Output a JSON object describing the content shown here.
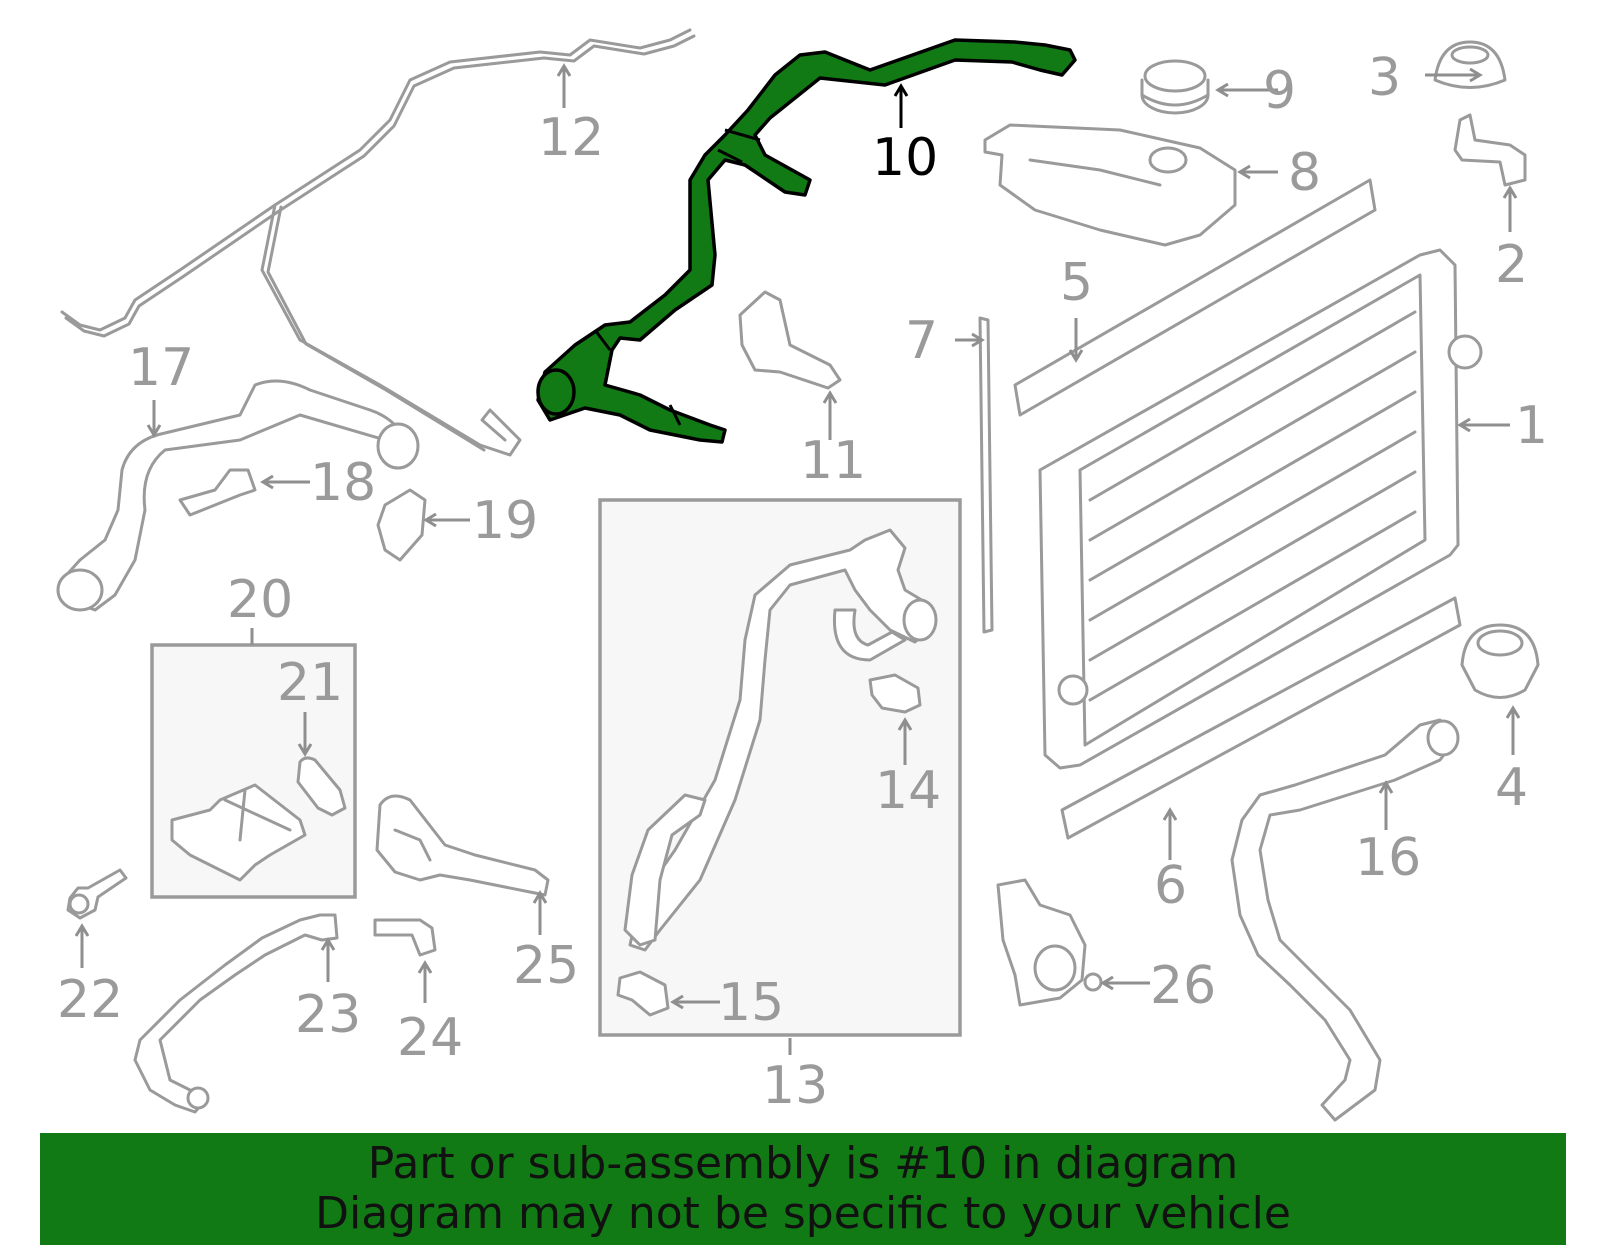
{
  "labels": {
    "p1": "1",
    "p2": "2",
    "p3": "3",
    "p4": "4",
    "p5": "5",
    "p6": "6",
    "p7": "7",
    "p8": "8",
    "p9": "9",
    "p10": "10",
    "p11": "11",
    "p12": "12",
    "p13": "13",
    "p14": "14",
    "p15": "15",
    "p16": "16",
    "p17": "17",
    "p18": "18",
    "p19": "19",
    "p20": "20",
    "p21": "21",
    "p22": "22",
    "p23": "23",
    "p24": "24",
    "p25": "25",
    "p26": "26"
  },
  "highlighted_part": "10",
  "colors": {
    "highlight": "#127a14",
    "parts": "#9a9a9a",
    "banner": "#127a14"
  },
  "banner": {
    "line1": "Part or sub-assembly is #10 in diagram",
    "line2": "Diagram may not be specific to your vehicle"
  }
}
